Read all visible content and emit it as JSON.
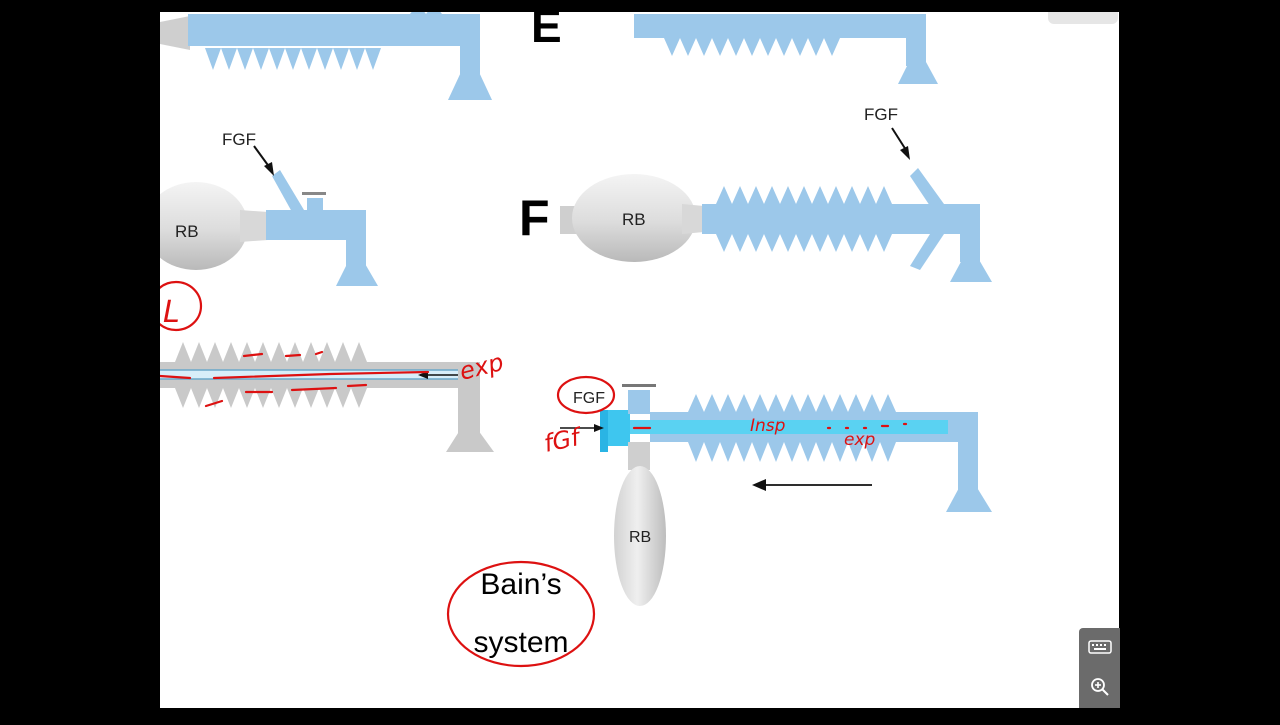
{
  "diagram": {
    "panel_labels": {
      "e": "E",
      "f": "F"
    },
    "part_labels": {
      "fgf_left": "FGF",
      "fgf_f": "FGF",
      "fgf_bottom": "FGF",
      "rb_left": "RB",
      "rb_f": "RB",
      "rb_bottom": "RB"
    },
    "annotations": {
      "exp_left": "exp",
      "fgf_handwritten": "fGf",
      "insp": "Insp",
      "exp_right": "exp",
      "circled_fragment": "L"
    },
    "caption": {
      "line1": "Bain’s",
      "line2": "system"
    }
  },
  "toolbar": {
    "keyboard_icon": "keyboard-icon",
    "zoom_icon": "zoom-in-icon"
  },
  "colors": {
    "tube_blue": "#9cc8ea",
    "tube_gray": "#c9c9c9",
    "highlight_cyan": "#5ad2f2",
    "ink_red": "#dd1111"
  }
}
